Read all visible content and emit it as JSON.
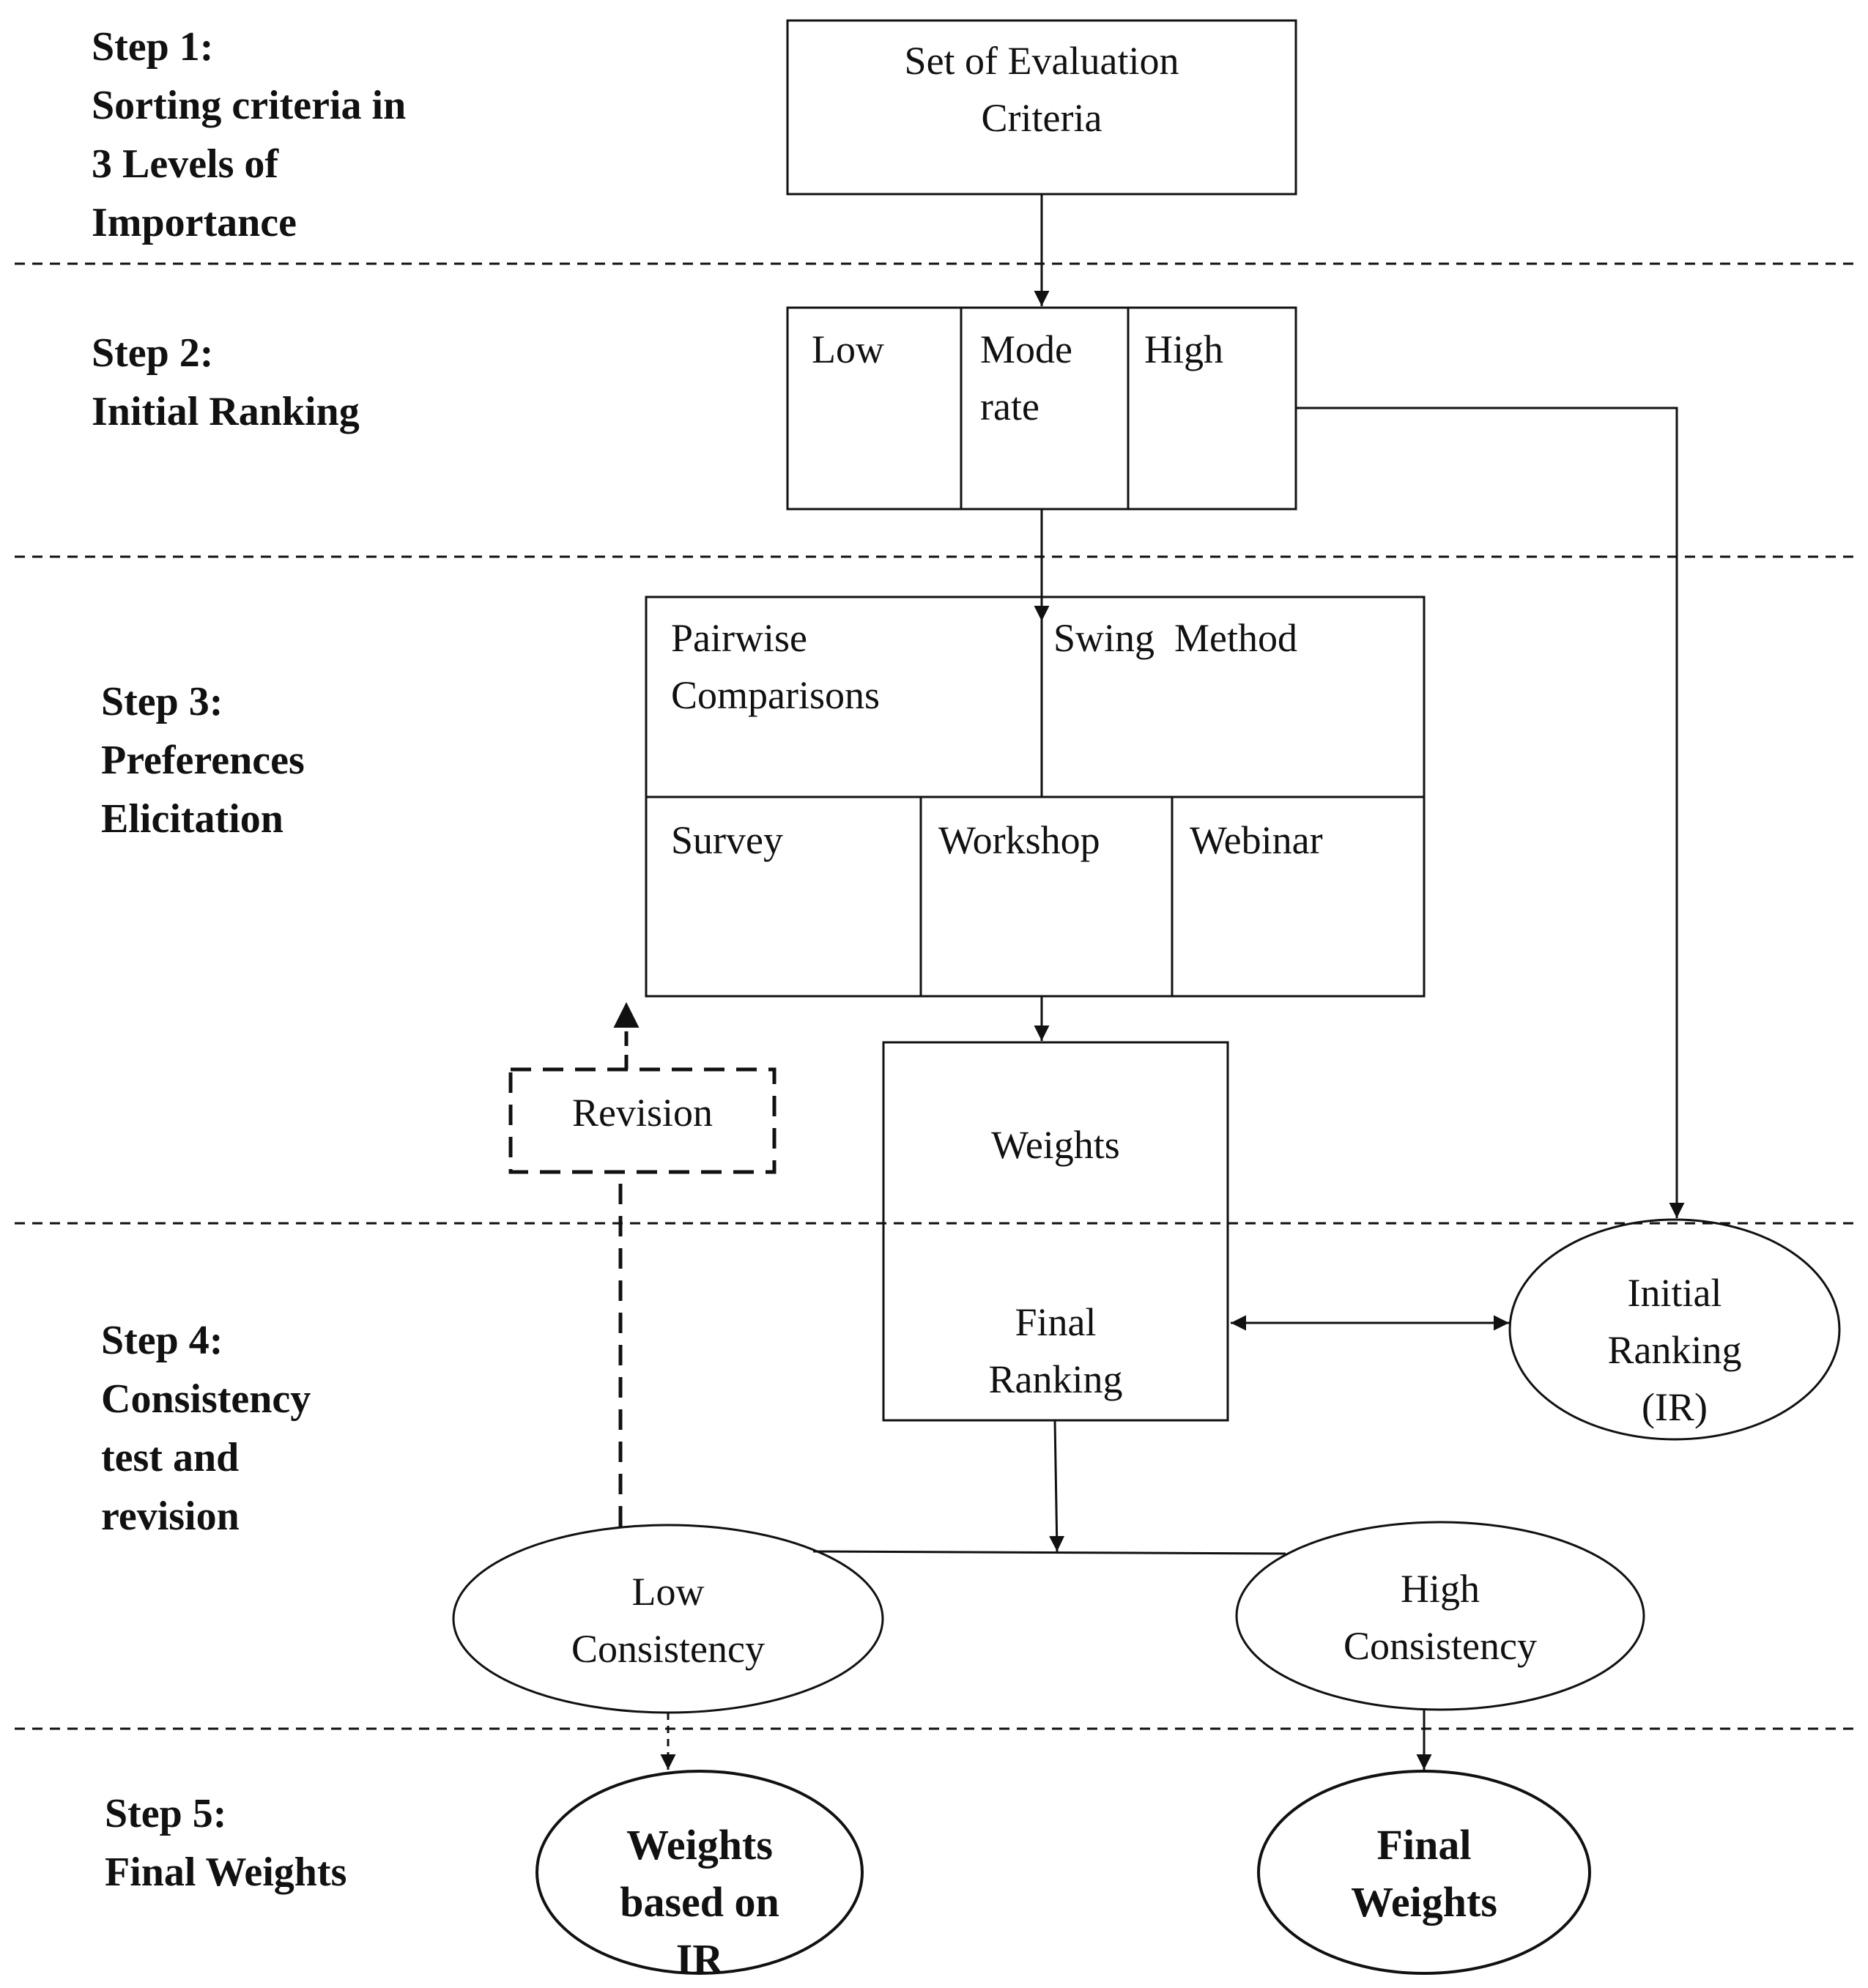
{
  "steps": {
    "s1": [
      "Step 1:",
      "Sorting criteria  in",
      "3 Levels of",
      "Importance"
    ],
    "s2": [
      "Step 2:",
      "Initial Ranking"
    ],
    "s3": [
      "Step 3:",
      "Preferences",
      "Elicitation"
    ],
    "s4": [
      "Step 4:",
      "Consistency",
      "test and",
      "revision"
    ],
    "s5": [
      "Step 5:",
      "Final Weights"
    ]
  },
  "nodes": {
    "criteria": [
      "Set of Evaluation",
      "Criteria"
    ],
    "low": "Low",
    "moderate": [
      "Mode",
      "rate"
    ],
    "high": "High",
    "pairwise": [
      "Pairwise",
      "Comparisons"
    ],
    "swing": "Swing  Method",
    "survey": "Survey",
    "workshop": "Workshop",
    "webinar": "Webinar",
    "revision": "Revision",
    "weights": "Weights",
    "final_ranking": [
      "Final",
      "Ranking"
    ],
    "initial_ranking": [
      "Initial",
      "Ranking",
      "(IR)"
    ],
    "low_consistency": [
      "Low",
      "Consistency"
    ],
    "high_consistency": [
      "High",
      "Consistency"
    ],
    "weights_ir": [
      "Weights",
      "based on",
      "IR"
    ],
    "final_weights": [
      "Final",
      "Weights"
    ]
  },
  "colors": {
    "line": "#111111",
    "background": "#ffffff"
  }
}
